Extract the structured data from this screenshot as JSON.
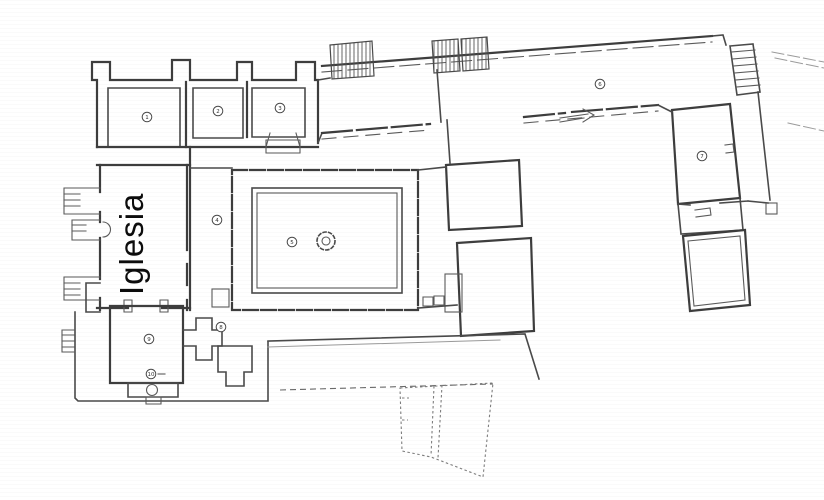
{
  "plan": {
    "kind_label": "scanned architectural floor plan",
    "church_label": "Iglesia",
    "background_color": "#ffffff",
    "ink_color": "#3d3d3d",
    "faint_ink_color": "#9a9a9a"
  },
  "room_markers": [
    {
      "number": "1",
      "area": "north-range-room-west"
    },
    {
      "number": "2",
      "area": "north-range-room-middle"
    },
    {
      "number": "3",
      "area": "north-range-room-east"
    },
    {
      "number": "4",
      "area": "cloister-west-gallery"
    },
    {
      "number": "5",
      "area": "cloister-garth"
    },
    {
      "number": "6",
      "area": "long-east-wing-hall"
    },
    {
      "number": "7",
      "area": "east-end-room"
    },
    {
      "number": "8",
      "area": "south-courtyard"
    },
    {
      "number": "9",
      "area": "south-west-room"
    },
    {
      "number": "10",
      "area": "south-west-tower-area"
    }
  ],
  "features": {
    "fountain": {
      "name": "cloister-fountain",
      "style": "dashed double circle"
    },
    "stairs": [
      "north-wing-hatched-block-1",
      "north-wing-hatched-block-2",
      "north-wing-hatched-block-3",
      "cloister-southwest-stair",
      "cloister-southeast-stair",
      "east-end-stair"
    ],
    "annex": "detached-south-annex",
    "tower": "southwest-round-stair-tower"
  }
}
